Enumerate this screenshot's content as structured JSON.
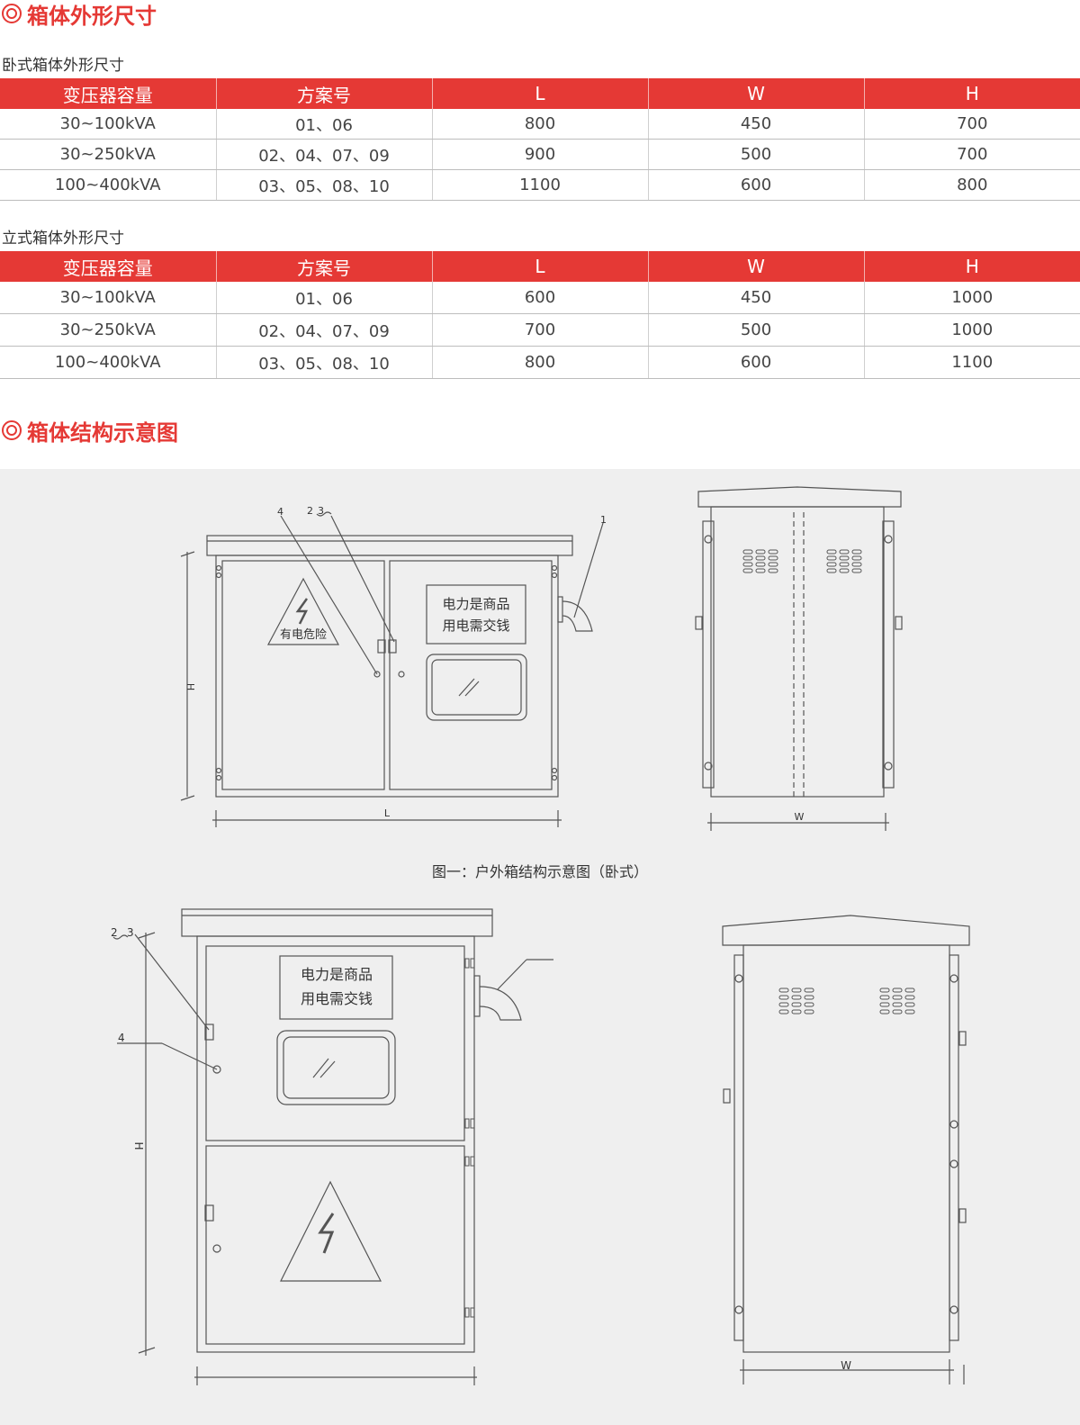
{
  "section1": {
    "title": "箱体外形尺寸"
  },
  "horizontal": {
    "subtitle": "卧式箱体外形尺寸",
    "headers": [
      "变压器容量",
      "方案号",
      "L",
      "W",
      "H"
    ],
    "rows": [
      [
        "30~100kVA",
        "01、06",
        "800",
        "450",
        "700"
      ],
      [
        "30~250kVA",
        "02、04、07、09",
        "900",
        "500",
        "700"
      ],
      [
        "100~400kVA",
        "03、05、08、10",
        "1100",
        "600",
        "800"
      ]
    ]
  },
  "vertical": {
    "subtitle": "立式箱体外形尺寸",
    "headers": [
      "变压器容量",
      "方案号",
      "L",
      "W",
      "H"
    ],
    "rows": [
      [
        "30~100kVA",
        "01、06",
        "600",
        "450",
        "1000"
      ],
      [
        "30~250kVA",
        "02、04、07、09",
        "700",
        "500",
        "1000"
      ],
      [
        "100~400kVA",
        "03、05、08、10",
        "800",
        "600",
        "1100"
      ]
    ]
  },
  "section2": {
    "title": "箱体结构示意图"
  },
  "drawing": {
    "caption": "图一：户外箱结构示意图（卧式）",
    "warning_text": "有电危险",
    "sign_line1": "电力是商品",
    "sign_line2": "用电需交钱",
    "label_1": "1",
    "label_2": "2",
    "label_3": "3",
    "label_4": "4",
    "dim_H": "H",
    "dim_L": "L",
    "dim_W": "W"
  },
  "colors": {
    "accent": "#e53935",
    "drawing_bg": "#efefef",
    "line": "#555555"
  }
}
